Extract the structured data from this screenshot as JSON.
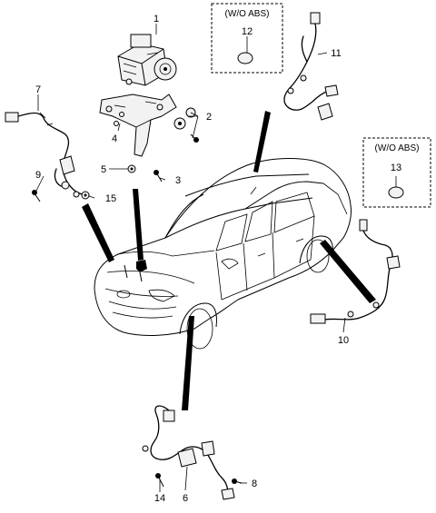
{
  "callouts": {
    "c1": "1",
    "c2": "2",
    "c3": "3",
    "c4": "4",
    "c5": "5",
    "c6": "6",
    "c7": "7",
    "c8": "8",
    "c9": "9",
    "c10": "10",
    "c11": "11",
    "c12": "12",
    "c13": "13",
    "c14": "14",
    "c15": "15"
  },
  "boxes": {
    "rear_variant_label": "(W/O ABS)",
    "right_variant_label": "(W/O ABS)"
  }
}
